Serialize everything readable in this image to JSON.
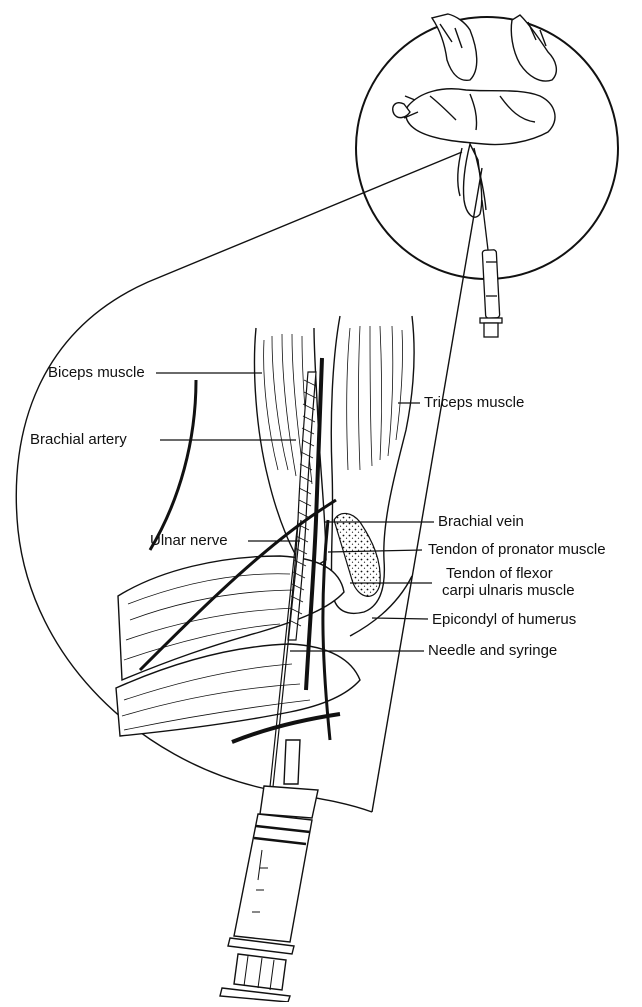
{
  "figure": {
    "labels": {
      "biceps": "Biceps muscle",
      "brachial_artery": "Brachial artery",
      "triceps": "Triceps muscle",
      "brachial_vein": "Brachial vein",
      "ulnar_nerve": "Ulnar nerve",
      "tendon_pronator": "Tendon of pronator muscle",
      "tendon_flexor_line1": "Tendon of flexor",
      "tendon_flexor_line2": "carpi ulnaris muscle",
      "epicondyle": "Epicondyl of humerus",
      "needle_syringe": "Needle and syringe"
    },
    "colors": {
      "ink": "#111111",
      "background": "#ffffff"
    }
  }
}
